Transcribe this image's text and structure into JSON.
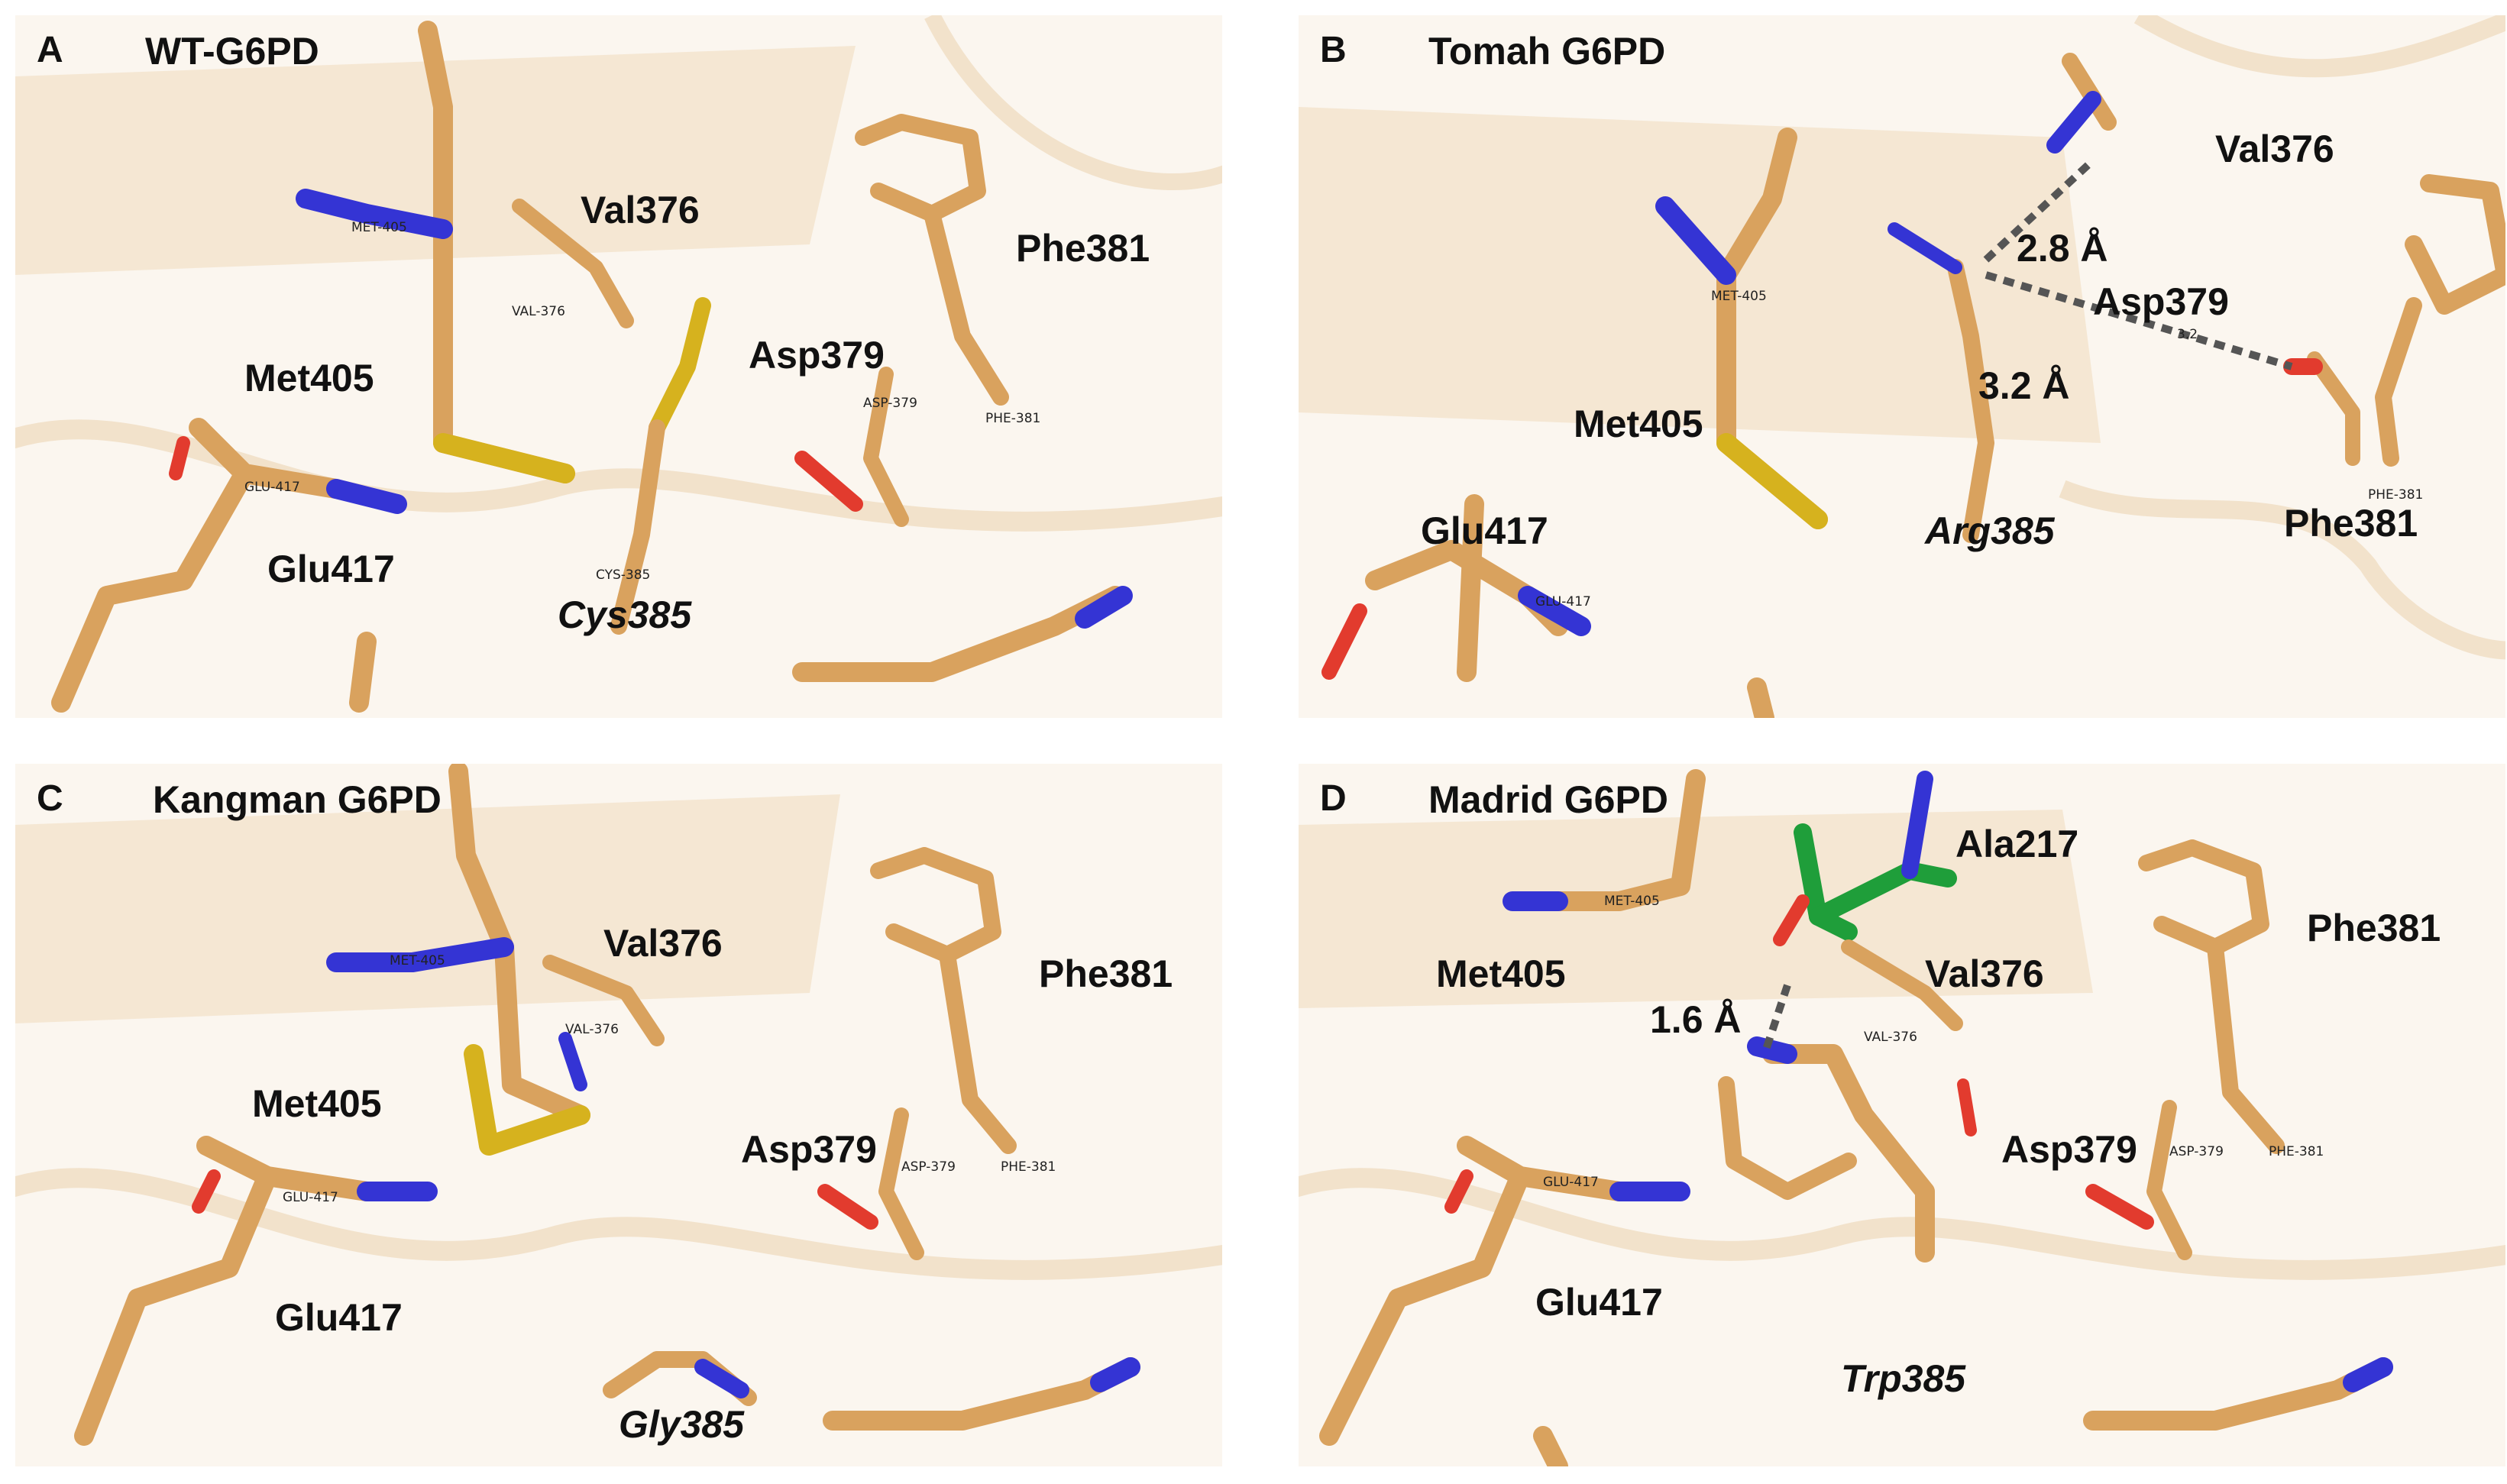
{
  "panels": {
    "A": {
      "letter": "A",
      "title": "WT-G6PD",
      "labels": {
        "val376": "Val376",
        "phe381": "Phe381",
        "asp379": "Asp379",
        "met405": "Met405",
        "glu417": "Glu417",
        "res385": "Cys385"
      },
      "small": {
        "met": "MET-405",
        "val": "VAL-376",
        "asp": "ASP-379",
        "phe": "PHE-381",
        "glu": "GLU-417",
        "cys": "CYS-385"
      }
    },
    "B": {
      "letter": "B",
      "title": "Tomah G6PD",
      "labels": {
        "val376": "Val376",
        "asp379": "Asp379",
        "met405": "Met405",
        "glu417": "Glu417",
        "res385": "Arg385",
        "phe381": "Phe381"
      },
      "distances": {
        "d1": "2.8 Å",
        "d2": "3.2 Å"
      },
      "small": {
        "met": "MET-405",
        "glu": "GLU-417",
        "phe": "PHE-381",
        "d2small": "3.2"
      }
    },
    "C": {
      "letter": "C",
      "title": "Kangman G6PD",
      "labels": {
        "val376": "Val376",
        "phe381": "Phe381",
        "met405": "Met405",
        "asp379": "Asp379",
        "glu417": "Glu417",
        "res385": "Gly385"
      },
      "small": {
        "met": "MET-405",
        "val": "VAL-376",
        "asp": "ASP-379",
        "phe": "PHE-381",
        "glu": "GLU-417"
      }
    },
    "D": {
      "letter": "D",
      "title": "Madrid G6PD",
      "labels": {
        "ala217": "Ala217",
        "phe381": "Phe381",
        "met405": "Met405",
        "val376": "Val376",
        "asp379": "Asp379",
        "glu417": "Glu417",
        "res385": "Trp385"
      },
      "distances": {
        "d1": "1.6 Å"
      },
      "small": {
        "met": "MET-405",
        "val": "VAL-376",
        "asp": "ASP-379",
        "phe": "PHE-381",
        "glu": "GLU-417"
      }
    }
  },
  "colors": {
    "carbon": "#d9a25e",
    "oxygen": "#e23b2e",
    "nitrogen": "#3434d4",
    "sulfur": "#d6b21e",
    "ala217": "#1f9e3a",
    "ribbon": "#f3e3cb"
  }
}
